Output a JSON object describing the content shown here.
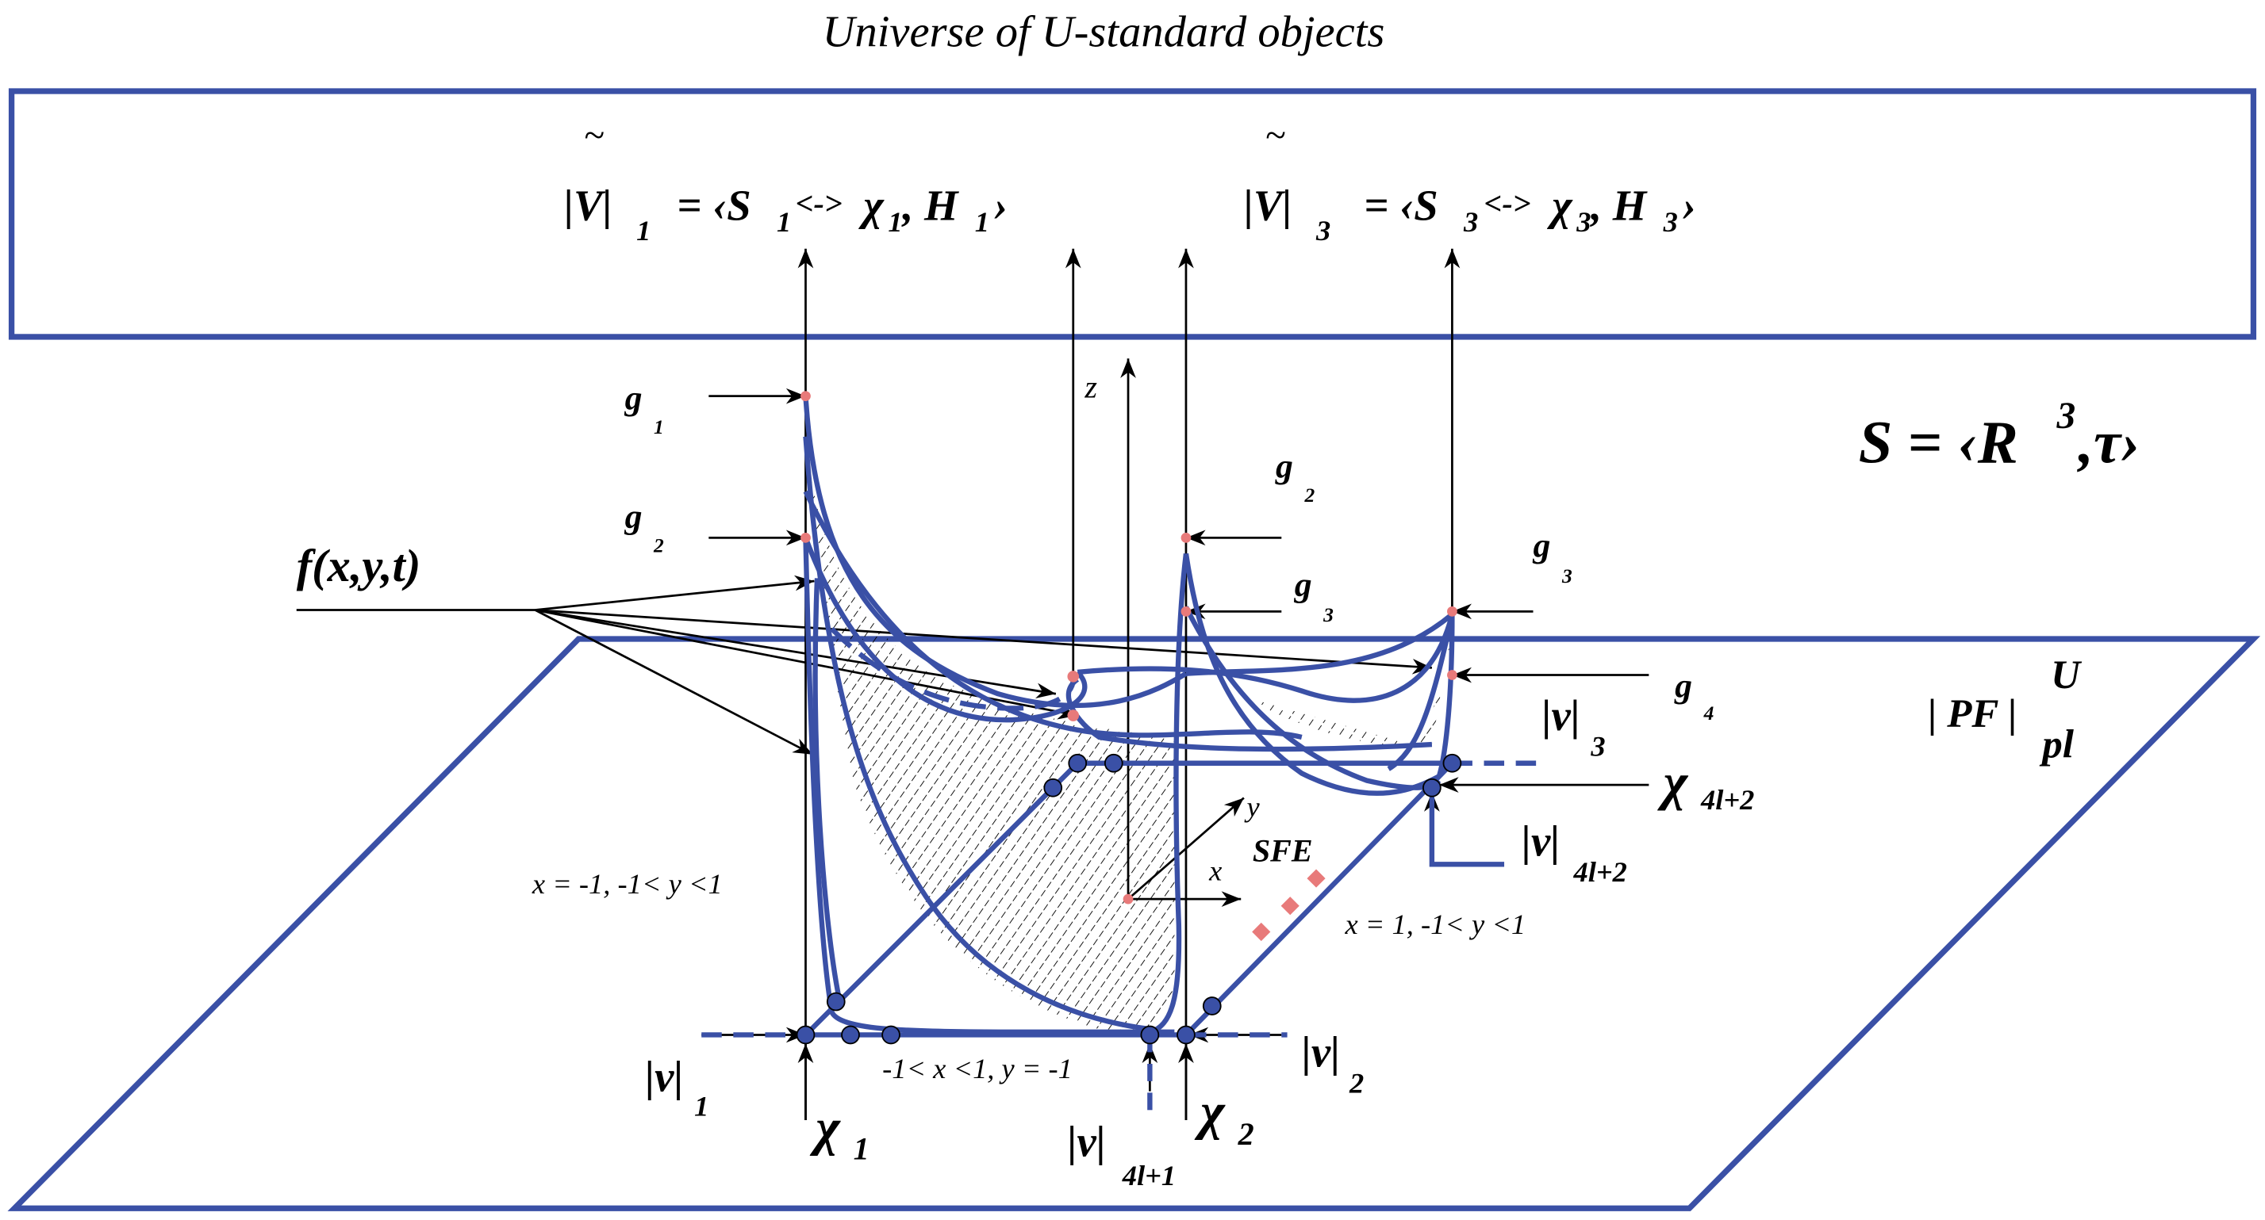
{
  "universe_title": "Universe of U-standard objects",
  "formula_left": {
    "tilde": "~",
    "lhs": "|V|",
    "lhs_sub": "1",
    "eq": "= ‹S",
    "s_sub": "1",
    "arrow": "<->",
    "chi": "χ",
    "chi_sub": "1",
    "comma": ", H",
    "h_sub": "1",
    "close": "›"
  },
  "formula_right": {
    "tilde": "~",
    "lhs": "|V|",
    "lhs_sub": "3",
    "eq": "= ‹S",
    "s_sub": "3",
    "arrow": "<->",
    "chi": "χ",
    "chi_sub": "3",
    "comma": ", H",
    "h_sub": "3",
    "close": "›"
  },
  "space": {
    "text": "S = ‹R",
    "sup": "3",
    "rest": ",τ›"
  },
  "plane": {
    "label": "| PF |",
    "sup": "U",
    "sub": "pl"
  },
  "labels": {
    "g": "g",
    "f": "f(x,y,t)",
    "z": "z",
    "x": "x",
    "y": "y",
    "sfe": "SFE",
    "v": "|v|",
    "chi": "χ",
    "sub_1": "1",
    "sub_2": "2",
    "sub_3": "3",
    "sub_4": "4",
    "sub_4l1": "4l+1",
    "sub_4l2": "4l+2",
    "edge_left": "x = -1, -1< y <1",
    "edge_right": "x = 1, -1< y <1",
    "edge_front": "-1< x <1, y = -1"
  },
  "colors": {
    "line": "#3a50a6",
    "marker": "#e87a7a",
    "text": "#000000"
  }
}
